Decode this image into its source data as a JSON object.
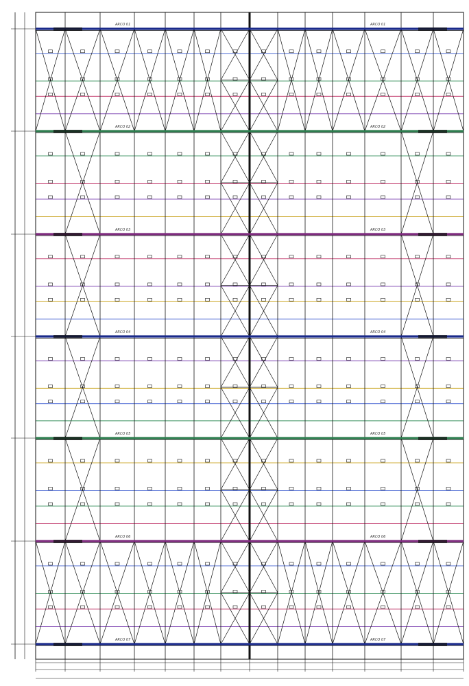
{
  "drawing": {
    "arch_labels": {
      "left": [
        "ARCO 01",
        "ARCO 02",
        "ARCO 03",
        "ARCO 04",
        "ARCO 05",
        "ARCO 06",
        "ARCO 07"
      ],
      "right": [
        "ARCO 01",
        "ARCO 02",
        "ARCO 03",
        "ARCO 04",
        "ARCO 05",
        "ARCO 06",
        "ARCO 07"
      ]
    },
    "colors": {
      "line": "#111111",
      "purlin_palette": [
        "#3a5bd0",
        "#2e8b57",
        "#c23b6e",
        "#7a3fb0",
        "#c8a21a"
      ],
      "arch_palette": [
        "#1a2a8a",
        "#2e7d4f",
        "#7d2a7d"
      ]
    }
  }
}
